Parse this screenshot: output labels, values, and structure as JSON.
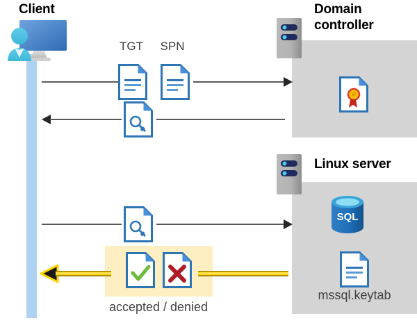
{
  "diagram": {
    "title_client": "Client",
    "title_domain_controller": "Domain controller",
    "title_linux_server": "Linux server",
    "labels": {
      "tgt": "TGT",
      "spn": "SPN",
      "verdict": "accepted / denied",
      "keytab": "mssql.keytab"
    },
    "icons": {
      "client": "client-workstation-icon",
      "domain_controller_server": "server-icon",
      "linux_server": "server-icon",
      "certificate": "certificate-document-icon",
      "sql_database": "sql-database-icon",
      "keytab_document": "document-icon",
      "tgt_document": "document-icon",
      "spn_document": "document-icon",
      "ticket_key_1": "key-document-icon",
      "ticket_key_2": "key-document-icon",
      "accepted": "document-check-icon",
      "denied": "document-cross-icon"
    },
    "sql_label": "SQL",
    "flows": [
      {
        "name": "client-to-dc-request",
        "direction": "right",
        "style": "gray"
      },
      {
        "name": "dc-to-client-ticket",
        "direction": "left",
        "style": "gray"
      },
      {
        "name": "client-to-linux-ticket",
        "direction": "right",
        "style": "gray"
      },
      {
        "name": "linux-to-client-verdict",
        "direction": "left",
        "style": "gold"
      }
    ],
    "colors": {
      "panel_gray": "#d4d4d4",
      "lifeline_blue": "#aed2f2",
      "doc_blue": "#2e75b6",
      "gold_arrow": "#ffd400",
      "highlight_yellow": "#fdefc2",
      "accept_green": "#6aba3c",
      "deny_red": "#b01c26",
      "sql_blue": "#1d6fb8",
      "seal_gold": "#ffc000",
      "line_gray": "#595959"
    }
  }
}
